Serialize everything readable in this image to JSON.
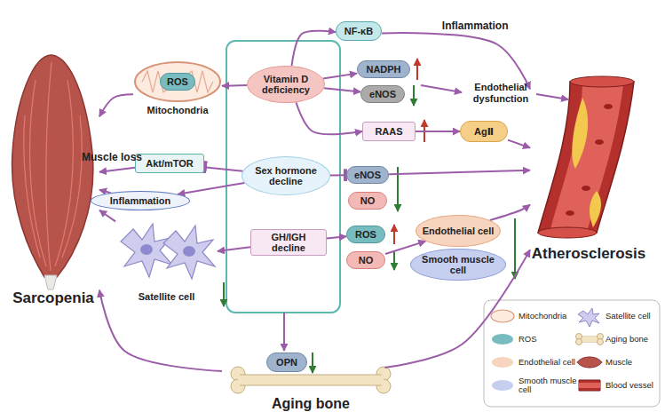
{
  "diagram": {
    "nodes": [
      {
        "text": [
          "NF-κB"
        ]
      },
      {
        "text": [
          "Mitochondria"
        ]
      },
      {
        "text": [
          "ROS"
        ],
        "in": 1
      },
      {
        "text": [
          "Vitamin D deficiency"
        ]
      },
      {
        "text": [
          "NADPH"
        ]
      },
      {
        "text": [
          "eNOS"
        ]
      },
      {
        "text": [
          "RAAS"
        ]
      },
      {
        "text": [
          "AgⅡ"
        ]
      },
      {
        "text": [
          "Akt/mTOR"
        ]
      },
      {
        "text": [
          "Sex hormone decline"
        ]
      },
      {
        "text": [
          "Inflammation"
        ]
      },
      {
        "text": [
          "eNOS"
        ]
      },
      {
        "text": [
          "NO"
        ]
      },
      {
        "text": [
          "GH/IGH decline"
        ]
      },
      {
        "text": [
          "ROS"
        ]
      },
      {
        "text": [
          "NO"
        ]
      },
      {
        "text": [
          "Endothelial cell"
        ]
      },
      {
        "text": [
          "Smooth muscle cell"
        ]
      },
      {
        "text": [
          "Satellite cell"
        ]
      },
      {
        "text": [
          "OPN"
        ]
      },
      {
        "text": [
          "Sarcopenia"
        ]
      },
      {
        "text": [
          "Atherosclerosis"
        ]
      },
      {
        "text": [
          "Aging bone"
        ]
      }
    ],
    "edges": [
      {
        "from": 3,
        "to": 0,
        "arrow": "to"
      },
      {
        "from": 0,
        "to": 21,
        "label": "Inflammation",
        "arrow": "to"
      },
      {
        "from": 3,
        "to": 1,
        "arrow": "to"
      },
      {
        "from": 1,
        "to": 20,
        "arrow": "to"
      },
      {
        "from": 3,
        "to": 4,
        "arrow": "to"
      },
      {
        "from": 3,
        "to": 5,
        "arrow": "to"
      },
      {
        "from": 3,
        "to": 6,
        "arrow": "to"
      },
      {
        "from": 6,
        "to": 7,
        "arrow": "to"
      },
      {
        "from": 7,
        "to": 21,
        "arrow": "to"
      },
      {
        "from": 9,
        "to": 8,
        "arrow": "to"
      },
      {
        "from": 8,
        "to": 20,
        "label": "Muscle loss",
        "arrow": "to"
      },
      {
        "from": 9,
        "to": 10,
        "arrow": "to"
      },
      {
        "from": 10,
        "to": 20,
        "arrow": "to"
      },
      {
        "from": 9,
        "to": 11,
        "arrow": "to"
      },
      {
        "from": 11,
        "to": 21,
        "arrow": "to"
      },
      {
        "from": 13,
        "to": 18,
        "arrow": "to"
      },
      {
        "from": 18,
        "to": 20,
        "arrow": "to"
      },
      {
        "from": 13,
        "to": 14,
        "arrow": "to"
      },
      {
        "from": 15,
        "to": 16,
        "arrow": "to"
      },
      {
        "from": 16,
        "to": 21,
        "arrow": "to"
      },
      {
        "from": 22,
        "to": 20,
        "arrow": "to"
      },
      {
        "from": 22,
        "to": 21,
        "arrow": "to"
      }
    ],
    "labels": [
      "Endothelial dysfunction"
    ],
    "legend": [
      {
        "text": "Mitochondria"
      },
      {
        "text": "Satellite cell"
      },
      {
        "text": "ROS",
        "color": "#79bcbf"
      },
      {
        "text": "Aging bone"
      },
      {
        "text": "Endothelial cell",
        "color": "#f7d4bd"
      },
      {
        "text": "Muscle"
      },
      {
        "text": "Smooth muscle cell",
        "color": "#c7cff0"
      },
      {
        "text": "Blood vessel"
      }
    ]
  }
}
